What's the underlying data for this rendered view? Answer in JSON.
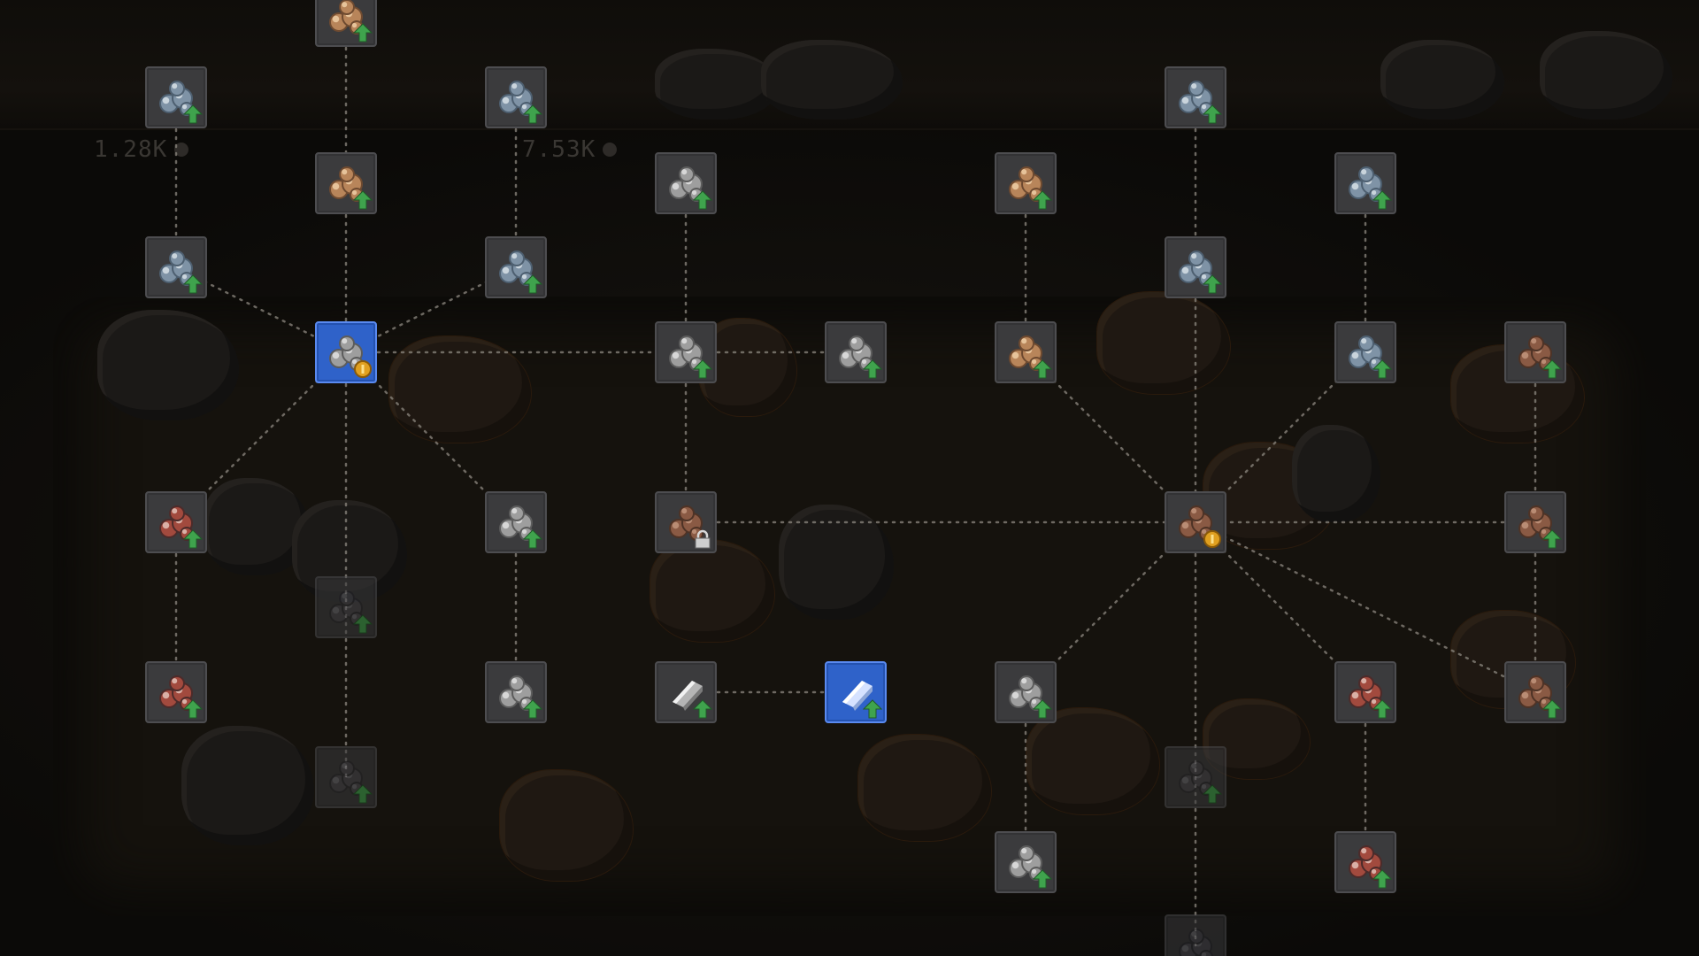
{
  "background": {
    "readouts": [
      {
        "value": "1.28K",
        "icon": "ore-chunk-icon"
      },
      {
        "value": "7.53K",
        "icon": "ore-chunk-icon"
      }
    ]
  },
  "palette": {
    "node_bg": "#3b3b3d",
    "node_active_bg": "#2f62c9",
    "upgrade_arrow": "#3fa34d",
    "coin": "#e0a020",
    "link": "#8c877f"
  },
  "ore_colors": {
    "iron": [
      "#c9d4dc",
      "#7f93a6",
      "#4d5f70"
    ],
    "silver": [
      "#d7d7d7",
      "#9e9e9e",
      "#5c5c5c"
    ],
    "gold": [
      "#e6c39a",
      "#b8855a",
      "#6e4a30"
    ],
    "copper": [
      "#b98c74",
      "#8a5a44",
      "#4e3326"
    ],
    "ruby": [
      "#d9b0a6",
      "#a24a3e",
      "#4c2b2a"
    ],
    "coal": [
      "#6a6a70",
      "#4a4a50",
      "#2e2e33"
    ],
    "bar": [
      "#f2f2f2",
      "#b5b5b5",
      "#7a7a7a"
    ],
    "bar_active": [
      "#ffffff",
      "#d6e2ff",
      "#8ea6d6"
    ]
  },
  "tree": {
    "nodes": [
      {
        "id": "n1",
        "ore": "gold",
        "badge": "upgrade-arrow-icon"
      },
      {
        "id": "n2",
        "ore": "iron",
        "badge": "upgrade-arrow-icon"
      },
      {
        "id": "n3",
        "ore": "iron",
        "badge": "upgrade-arrow-icon"
      },
      {
        "id": "n4",
        "ore": "iron",
        "badge": "upgrade-arrow-icon"
      },
      {
        "id": "n5",
        "ore": "gold",
        "badge": "upgrade-arrow-icon"
      },
      {
        "id": "n6",
        "ore": "silver",
        "badge": "upgrade-arrow-icon"
      },
      {
        "id": "n7",
        "ore": "gold",
        "badge": "upgrade-arrow-icon"
      },
      {
        "id": "n8",
        "ore": "iron",
        "badge": "upgrade-arrow-icon"
      },
      {
        "id": "n9",
        "ore": "iron",
        "badge": "upgrade-arrow-icon"
      },
      {
        "id": "n10",
        "ore": "iron",
        "badge": "upgrade-arrow-icon"
      },
      {
        "id": "n11",
        "ore": "iron",
        "badge": "upgrade-arrow-icon"
      },
      {
        "id": "n12",
        "ore": "silver",
        "badge": "coin-icon",
        "active": true
      },
      {
        "id": "n13",
        "ore": "silver",
        "badge": "upgrade-arrow-icon"
      },
      {
        "id": "n14",
        "ore": "silver",
        "badge": "upgrade-arrow-icon"
      },
      {
        "id": "n15",
        "ore": "gold",
        "badge": "upgrade-arrow-icon"
      },
      {
        "id": "n16",
        "ore": "iron",
        "badge": "upgrade-arrow-icon"
      },
      {
        "id": "n17",
        "ore": "copper",
        "badge": "upgrade-arrow-icon"
      },
      {
        "id": "n18",
        "ore": "ruby",
        "badge": "upgrade-arrow-icon"
      },
      {
        "id": "n19",
        "ore": "silver",
        "badge": "upgrade-arrow-icon"
      },
      {
        "id": "n20",
        "ore": "copper",
        "badge": "lock-icon"
      },
      {
        "id": "n21",
        "ore": "copper",
        "badge": "coin-icon"
      },
      {
        "id": "n22",
        "ore": "copper",
        "badge": "upgrade-arrow-icon"
      },
      {
        "id": "n23",
        "ore": "coal",
        "badge": "upgrade-arrow-icon",
        "dim": true
      },
      {
        "id": "n24",
        "ore": "ruby",
        "badge": "upgrade-arrow-icon"
      },
      {
        "id": "n25",
        "ore": "silver",
        "badge": "upgrade-arrow-icon"
      },
      {
        "id": "n26",
        "ore": "bar",
        "badge": "upgrade-arrow-icon"
      },
      {
        "id": "n27",
        "ore": "bar_active",
        "badge": "upgrade-arrow-icon",
        "active": true
      },
      {
        "id": "n28",
        "ore": "silver",
        "badge": "upgrade-arrow-icon"
      },
      {
        "id": "n29",
        "ore": "ruby",
        "badge": "upgrade-arrow-icon"
      },
      {
        "id": "n30",
        "ore": "copper",
        "badge": "upgrade-arrow-icon"
      },
      {
        "id": "n31",
        "ore": "coal",
        "badge": "upgrade-arrow-icon",
        "dim": true
      },
      {
        "id": "n32",
        "ore": "coal",
        "badge": "upgrade-arrow-icon",
        "dim": true
      },
      {
        "id": "n33",
        "ore": "silver",
        "badge": "upgrade-arrow-icon"
      },
      {
        "id": "n34",
        "ore": "ruby",
        "badge": "upgrade-arrow-icon"
      },
      {
        "id": "n35",
        "ore": "coal",
        "badge": "none",
        "dim": true
      }
    ],
    "links": [
      [
        "n1",
        "n5"
      ],
      [
        "n5",
        "n12"
      ],
      [
        "n2",
        "n8"
      ],
      [
        "n8",
        "n12"
      ],
      [
        "n3",
        "n9"
      ],
      [
        "n9",
        "n12"
      ],
      [
        "n12",
        "n13"
      ],
      [
        "n13",
        "n14"
      ],
      [
        "n6",
        "n13"
      ],
      [
        "n13",
        "n20"
      ],
      [
        "n7",
        "n15"
      ],
      [
        "n15",
        "n21"
      ],
      [
        "n4",
        "n10"
      ],
      [
        "n10",
        "n21"
      ],
      [
        "n11",
        "n16"
      ],
      [
        "n16",
        "n21"
      ],
      [
        "n17",
        "n22"
      ],
      [
        "n22",
        "n21"
      ],
      [
        "n20",
        "n21"
      ],
      [
        "n21",
        "n30"
      ],
      [
        "n12",
        "n18"
      ],
      [
        "n12",
        "n23"
      ],
      [
        "n12",
        "n19"
      ],
      [
        "n18",
        "n24"
      ],
      [
        "n23",
        "n31"
      ],
      [
        "n19",
        "n25"
      ],
      [
        "n26",
        "n27"
      ],
      [
        "n22",
        "n30"
      ],
      [
        "n21",
        "n28"
      ],
      [
        "n21",
        "n29"
      ],
      [
        "n21",
        "n32"
      ],
      [
        "n28",
        "n33"
      ],
      [
        "n29",
        "n34"
      ],
      [
        "n32",
        "n35"
      ]
    ]
  }
}
